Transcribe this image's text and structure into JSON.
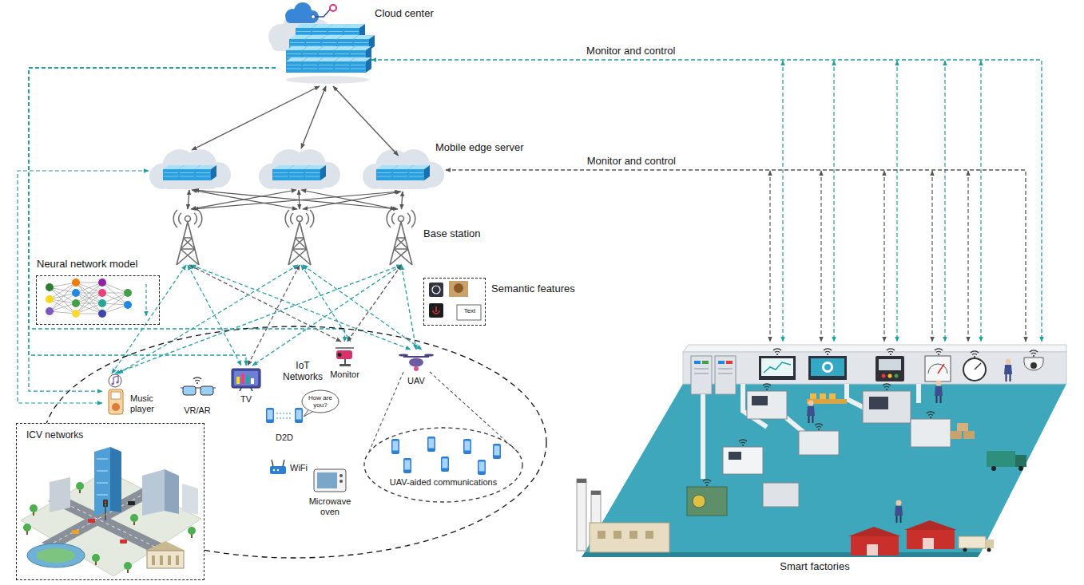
{
  "diagram": {
    "nodes": [
      {
        "text": [
          "Cloud center"
        ]
      },
      {
        "text": [
          "Mobile edge server"
        ]
      },
      {
        "text": [
          "Base station"
        ]
      },
      {
        "text": [
          "Neural network model"
        ]
      },
      {
        "text": [
          "Semantic features",
          "Text"
        ]
      },
      {
        "text": [
          "IoT Networks"
        ]
      },
      {
        "text": [
          "Music player"
        ],
        "in": 5
      },
      {
        "text": [
          "VR/AR"
        ],
        "in": 5
      },
      {
        "text": [
          "TV"
        ],
        "in": 5
      },
      {
        "text": [
          "Monitor"
        ],
        "in": 5
      },
      {
        "text": [
          "UAV"
        ],
        "in": 5
      },
      {
        "text": [
          "D2D",
          "How are you?"
        ],
        "in": 5
      },
      {
        "text": [
          "WiFi"
        ],
        "in": 5
      },
      {
        "text": [
          "Microwave oven"
        ],
        "in": 5
      },
      {
        "text": [
          "UAV-aided communications"
        ],
        "in": 5
      },
      {
        "text": [
          "ICV networks"
        ]
      },
      {
        "text": [
          "Smart factories"
        ]
      }
    ],
    "edges": [
      {
        "from": 0,
        "to": 1,
        "arrow": "both"
      },
      {
        "from": 1,
        "to": 2,
        "arrow": "both"
      },
      {
        "from": 2,
        "to": 6,
        "arrow": "both"
      },
      {
        "from": 2,
        "to": 8,
        "arrow": "both"
      },
      {
        "from": 2,
        "to": 9,
        "arrow": "both"
      },
      {
        "from": 2,
        "to": 10,
        "arrow": "both"
      },
      {
        "from": 0,
        "to": 6,
        "arrow": "to"
      },
      {
        "from": 0,
        "to": 8,
        "arrow": "to"
      },
      {
        "from": 0,
        "to": 9,
        "arrow": "to"
      },
      {
        "from": 0,
        "to": 16,
        "label": "Monitor and control",
        "arrow": "both"
      },
      {
        "from": 1,
        "to": 16,
        "label": "Monitor and control",
        "arrow": "both"
      }
    ]
  }
}
